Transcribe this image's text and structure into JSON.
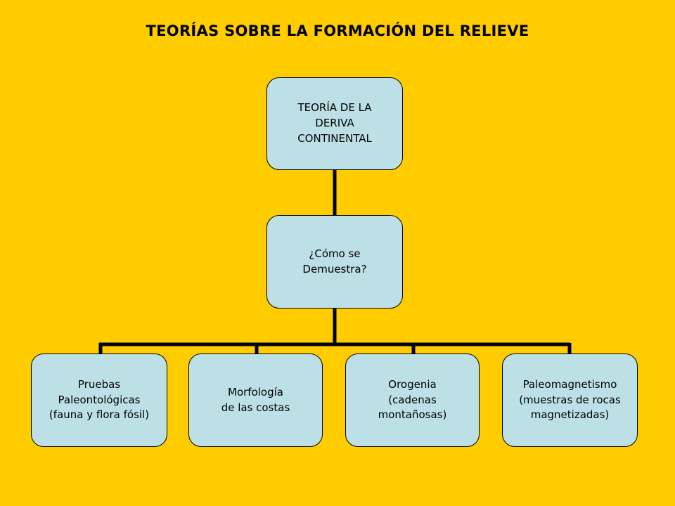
{
  "title": "TEORÍAS SOBRE LA FORMACIÓN DEL RELIEVE",
  "colors": {
    "background": "#FFCC00",
    "node_fill": "#BCE0E5",
    "line": "#000000"
  },
  "diagram": {
    "root": {
      "label": "TEORÍA DE LA\nDERIVA\nCONTINENTAL"
    },
    "middle": {
      "label": "¿Cómo se\nDemuestra?"
    },
    "children": [
      {
        "label": "Pruebas\nPaleontológicas\n(fauna y flora fósil)"
      },
      {
        "label": "Morfología\nde las costas"
      },
      {
        "label": "Orogenia\n(cadenas\nmontañosas)"
      },
      {
        "label": "Paleomagnetismo\n(muestras de rocas\nmagnetizadas)"
      }
    ]
  }
}
